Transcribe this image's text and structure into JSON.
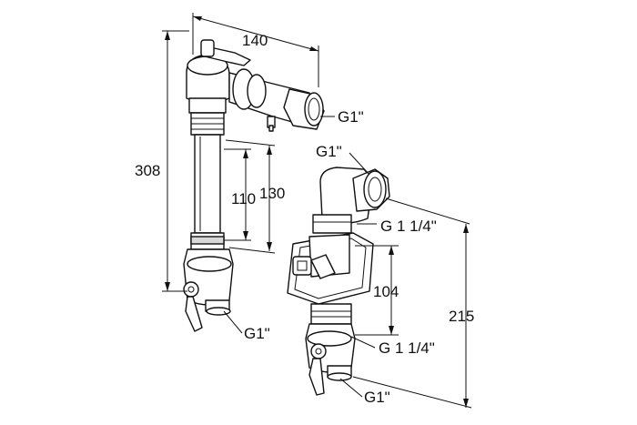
{
  "dimensions": {
    "width_top": "140",
    "height_left": "308",
    "length_110": "110",
    "length_130": "130",
    "height_104": "104",
    "height_right": "215"
  },
  "connections": {
    "top_outlet": "G1\"",
    "right_top_inlet": "G1\"",
    "right_upper_thread": "G 1 1/4\"",
    "right_lower_thread": "G 1 1/4\"",
    "left_bottom": "G1\"",
    "right_bottom": "G1\""
  }
}
